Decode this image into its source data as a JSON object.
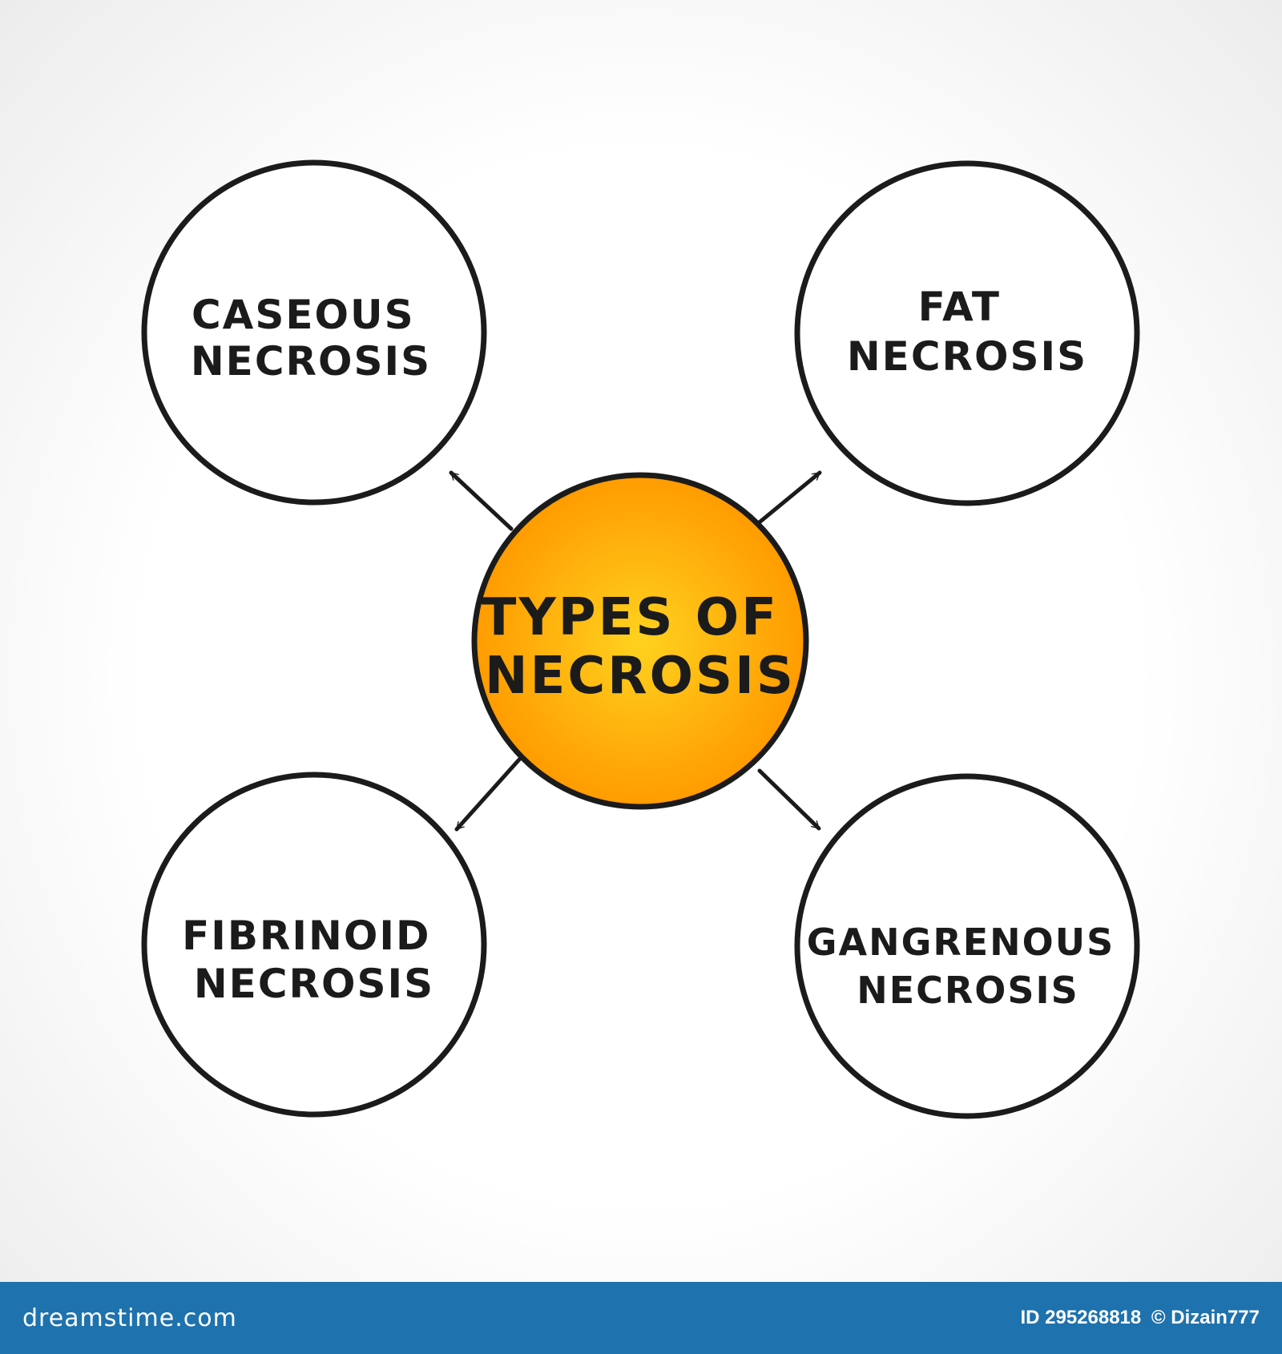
{
  "diagram": {
    "center": {
      "lines": [
        "TYPES OF",
        "NECROSIS"
      ],
      "fill_inner": "#ffd21f",
      "fill_outer": "#ff9b00"
    },
    "nodes": [
      {
        "id": "caseous",
        "lines": [
          "CASEOUS",
          "NECROSIS"
        ]
      },
      {
        "id": "fat",
        "lines": [
          "FAT",
          "NECROSIS"
        ]
      },
      {
        "id": "fibrinoid",
        "lines": [
          "FIBRINOID",
          "NECROSIS"
        ]
      },
      {
        "id": "gangrenous",
        "lines": [
          "GANGRENOUS",
          "NECROSIS"
        ]
      }
    ],
    "stroke_color": "#1b1b1b"
  },
  "footer": {
    "brand": "dreamstime.com",
    "id_label": "ID 295268818",
    "copyright": "© Dizain777",
    "background": "#1e72ad"
  }
}
